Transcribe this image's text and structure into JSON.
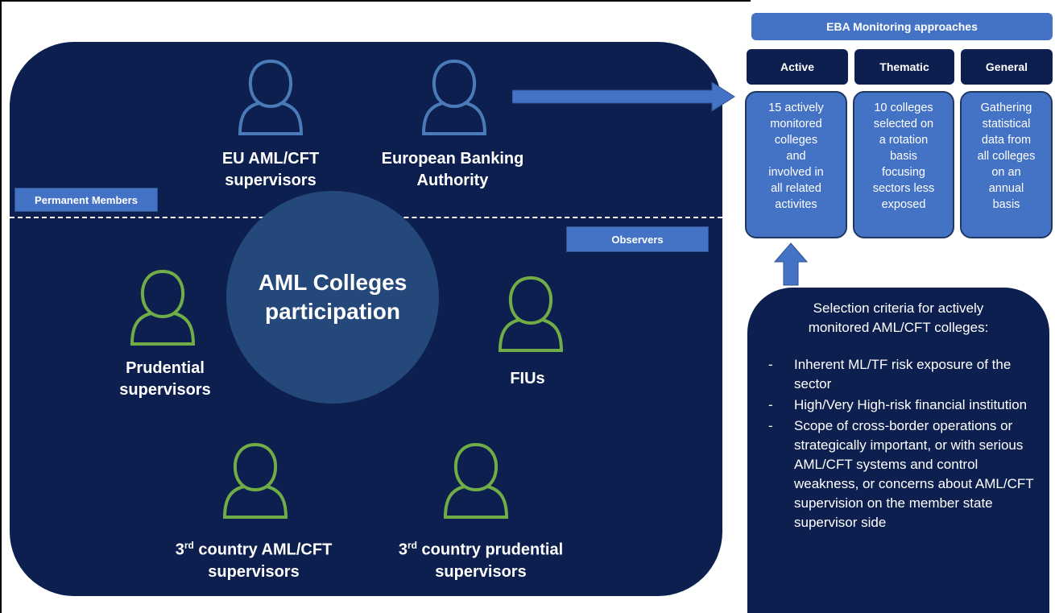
{
  "diagram": {
    "center_label": "AML Colleges participation",
    "permanent_members_tag": "Permanent Members",
    "observers_tag": "Observers",
    "participants": {
      "eu_supervisors": "EU AML/CFT supervisors",
      "eba": "European Banking Authority",
      "prudential": "Prudential supervisors",
      "fius": "FIUs",
      "third_country_aml_prefix": "3",
      "third_country_aml_sup": "rd",
      "third_country_aml_rest": " country AML/CFT",
      "third_country_aml_line2": "supervisors",
      "third_country_prudential_prefix": "3",
      "third_country_prudential_sup": "rd",
      "third_country_prudential_rest": " country prudential",
      "third_country_prudential_line2": "supervisors"
    },
    "colors": {
      "panel": "#0c1f4f",
      "accent": "#4472c4",
      "permanent_icon": "#4a7ab8",
      "observer_icon": "#70ad47"
    }
  },
  "monitoring": {
    "header": "EBA Monitoring approaches",
    "approaches": [
      {
        "name": "Active",
        "description": "15 actively\nmonitored\ncolleges\nand\ninvolved in\nall related\nactivites"
      },
      {
        "name": "Thematic",
        "description": "10 colleges\nselected on\na rotation\nbasis\nfocusing\nsectors less\nexposed"
      },
      {
        "name": "General",
        "description": "Gathering\nstatistical\ndata from\nall colleges\non an\nannual\nbasis"
      }
    ]
  },
  "criteria": {
    "title": "Selection criteria for actively\nmonitored AML/CFT colleges:",
    "items": [
      "Inherent ML/TF risk exposure of the sector",
      "High/Very High-risk financial institution",
      "Scope of cross-border operations or strategically important, or with serious AML/CFT systems and control weakness, or concerns about AML/CFT supervision on the member state supervisor side"
    ]
  }
}
